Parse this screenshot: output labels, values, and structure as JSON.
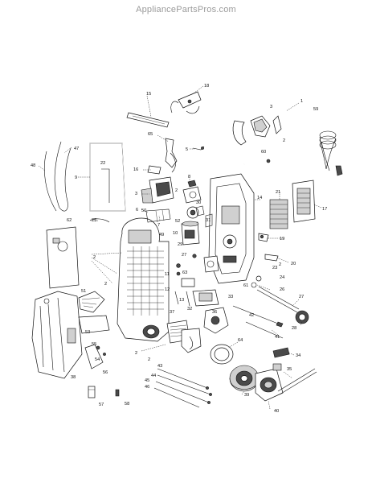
{
  "header": {
    "watermark": "AppliancePartsPros.com"
  },
  "parts": [
    {
      "id": "p1",
      "label": "1"
    },
    {
      "id": "p2a",
      "label": "2"
    },
    {
      "id": "p2b",
      "label": "2"
    },
    {
      "id": "p2c",
      "label": "2"
    },
    {
      "id": "p2d",
      "label": "2"
    },
    {
      "id": "p2e",
      "label": "2"
    },
    {
      "id": "p2f",
      "label": "2"
    },
    {
      "id": "p2g",
      "label": "2"
    },
    {
      "id": "p3",
      "label": "3"
    },
    {
      "id": "p3b",
      "label": "3"
    },
    {
      "id": "p5",
      "label": "5"
    },
    {
      "id": "p6",
      "label": "6"
    },
    {
      "id": "p7",
      "label": "7"
    },
    {
      "id": "p8",
      "label": "8"
    },
    {
      "id": "p9",
      "label": "9"
    },
    {
      "id": "p10",
      "label": "10"
    },
    {
      "id": "p11",
      "label": "11"
    },
    {
      "id": "p12",
      "label": "12"
    },
    {
      "id": "p13",
      "label": "13"
    },
    {
      "id": "p14",
      "label": "14"
    },
    {
      "id": "p15",
      "label": "15"
    },
    {
      "id": "p16",
      "label": "16"
    },
    {
      "id": "p17",
      "label": "17"
    },
    {
      "id": "p18",
      "label": "18"
    },
    {
      "id": "p19",
      "label": "19"
    },
    {
      "id": "p20",
      "label": "20"
    },
    {
      "id": "p21",
      "label": "21"
    },
    {
      "id": "p22",
      "label": "22"
    },
    {
      "id": "p23",
      "label": "23"
    },
    {
      "id": "p24",
      "label": "24"
    },
    {
      "id": "p25",
      "label": "25"
    },
    {
      "id": "p26",
      "label": "26"
    },
    {
      "id": "p27",
      "label": "27"
    },
    {
      "id": "p27b",
      "label": "27"
    },
    {
      "id": "p28",
      "label": "28"
    },
    {
      "id": "p29",
      "label": "29"
    },
    {
      "id": "p30",
      "label": "30"
    },
    {
      "id": "p31",
      "label": "31"
    },
    {
      "id": "p32",
      "label": "32"
    },
    {
      "id": "p33",
      "label": "33"
    },
    {
      "id": "p34",
      "label": "34"
    },
    {
      "id": "p35",
      "label": "35"
    },
    {
      "id": "p36",
      "label": "36"
    },
    {
      "id": "p37",
      "label": "37"
    },
    {
      "id": "p38",
      "label": "38"
    },
    {
      "id": "p39",
      "label": "39"
    },
    {
      "id": "p40",
      "label": "40"
    },
    {
      "id": "p41",
      "label": "41"
    },
    {
      "id": "p42",
      "label": "42"
    },
    {
      "id": "p43",
      "label": "43"
    },
    {
      "id": "p44",
      "label": "44"
    },
    {
      "id": "p45",
      "label": "45"
    },
    {
      "id": "p46",
      "label": "46"
    },
    {
      "id": "p47",
      "label": "47"
    },
    {
      "id": "p48",
      "label": "48"
    },
    {
      "id": "p49",
      "label": "49"
    },
    {
      "id": "p50",
      "label": "50"
    },
    {
      "id": "p51",
      "label": "51"
    },
    {
      "id": "p52",
      "label": "52"
    },
    {
      "id": "p53",
      "label": "53"
    },
    {
      "id": "p54",
      "label": "54"
    },
    {
      "id": "p55",
      "label": "55"
    },
    {
      "id": "p56",
      "label": "56"
    },
    {
      "id": "p57",
      "label": "57"
    },
    {
      "id": "p58",
      "label": "58"
    },
    {
      "id": "p59",
      "label": "59"
    },
    {
      "id": "p60",
      "label": "60"
    },
    {
      "id": "p61",
      "label": "61"
    },
    {
      "id": "p62",
      "label": "62"
    },
    {
      "id": "p63",
      "label": "63"
    },
    {
      "id": "p64",
      "label": "64"
    },
    {
      "id": "p65",
      "label": "65"
    }
  ]
}
